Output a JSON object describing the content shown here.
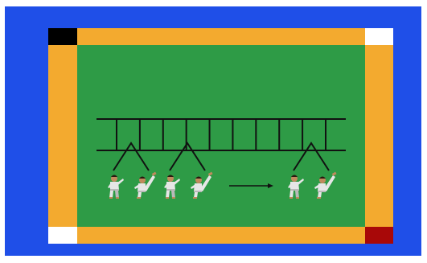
{
  "colors": {
    "page_background": "#ffffff",
    "outer_frame": "#1f4fe8",
    "border": "#f3aa2f",
    "field": "#2e9b46",
    "corner_top_left": "#000000",
    "corner_top_right": "#ffffff",
    "corner_bottom_left": "#ffffff",
    "corner_bottom_right": "#a80808",
    "ladder_lines": "#111111",
    "fighter_gi": "#e6e6e6",
    "fighter_gi_shadow": "#b9b9b9",
    "fighter_skin": "#c08a5d",
    "fighter_hair": "#2a1a10"
  },
  "field": {
    "corners": [
      "top-left",
      "top-right",
      "bottom-left",
      "bottom-right"
    ],
    "ladder": {
      "rung_count": 10
    },
    "fighter_pairs": [
      {
        "id": "pair-1",
        "connected_to_ladder": true
      },
      {
        "id": "pair-2",
        "connected_to_ladder": true
      },
      {
        "id": "pair-3",
        "connected_to_ladder": true
      }
    ],
    "movement_arrow": {
      "icon": "right-arrow-icon",
      "direction": "right"
    }
  }
}
